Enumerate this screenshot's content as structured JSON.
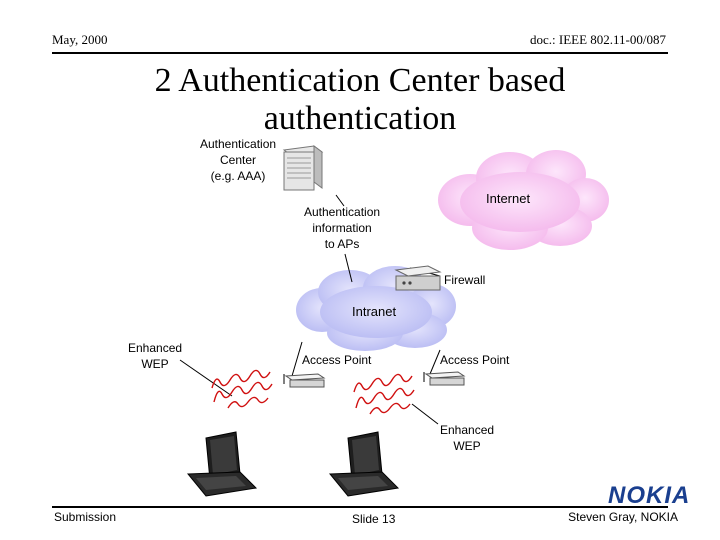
{
  "header": {
    "date": "May, 2000",
    "doc": "doc.: IEEE 802.11-00/087"
  },
  "title": {
    "line1": "2 Authentication Center based",
    "line2": "authentication"
  },
  "diagram": {
    "auth_center": [
      "Authentication",
      "Center",
      "(e.g. AAA)"
    ],
    "auth_info": [
      "Authentication",
      "information",
      "to APs"
    ],
    "internet": "Internet",
    "intranet": "Intranet",
    "firewall": "Firewall",
    "access_point_left": "Access Point",
    "access_point_right": "Access Point",
    "enhanced_wep_left": [
      "Enhanced",
      "WEP"
    ],
    "enhanced_wep_right": [
      "Enhanced",
      "WEP"
    ],
    "colors": {
      "cloud_pink": "#f8c8f0",
      "cloud_blue": "#c6c8f6",
      "wave_red": "#d01010"
    }
  },
  "footer": {
    "submission": "Submission",
    "slide": "Slide 13",
    "author": "Steven Gray, NOKIA",
    "logo": "NOKIA"
  }
}
